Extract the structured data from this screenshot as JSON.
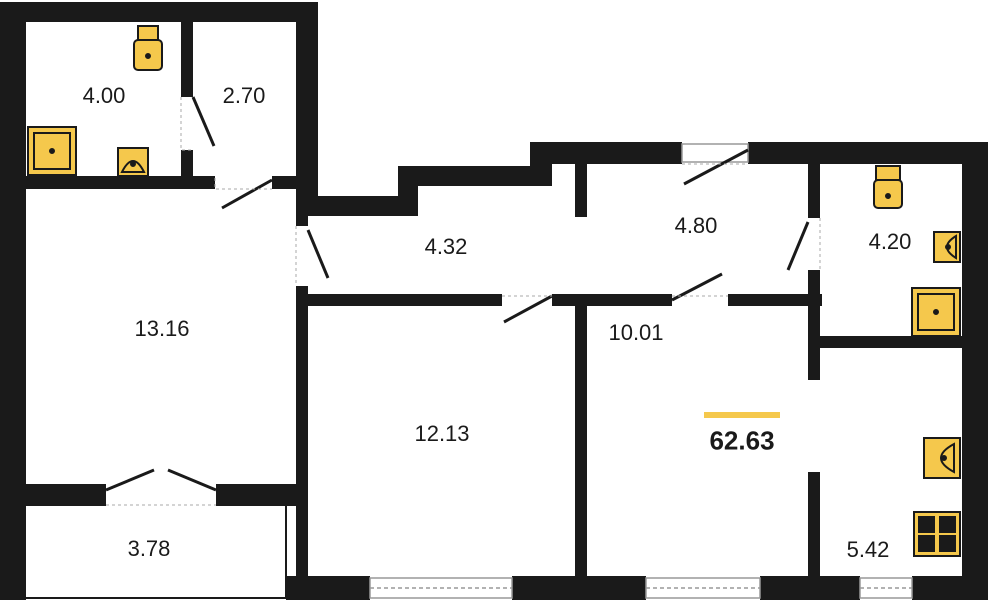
{
  "plan": {
    "total_area": "62.63",
    "accent_color": "#f5c84c",
    "wall_color": "#1a1a1a",
    "rooms": [
      {
        "id": "bathroom",
        "area": "4.00"
      },
      {
        "id": "toilet",
        "area": "2.70"
      },
      {
        "id": "corridor-left",
        "area": "4.32"
      },
      {
        "id": "corridor-right",
        "area": "4.80"
      },
      {
        "id": "bathroom-right",
        "area": "4.20"
      },
      {
        "id": "bedroom-left",
        "area": "13.16"
      },
      {
        "id": "bedroom-middle",
        "area": "12.13"
      },
      {
        "id": "living-room",
        "area": "10.01"
      },
      {
        "id": "kitchen",
        "area": "5.42"
      },
      {
        "id": "balcony",
        "area": "3.78"
      }
    ],
    "fixtures": [
      {
        "type": "toilet-icon"
      },
      {
        "type": "shower-icon"
      },
      {
        "type": "sink-icon"
      },
      {
        "type": "toilet-icon"
      },
      {
        "type": "sink-icon"
      },
      {
        "type": "shower-icon"
      },
      {
        "type": "sink-icon"
      },
      {
        "type": "stove-icon"
      }
    ]
  }
}
